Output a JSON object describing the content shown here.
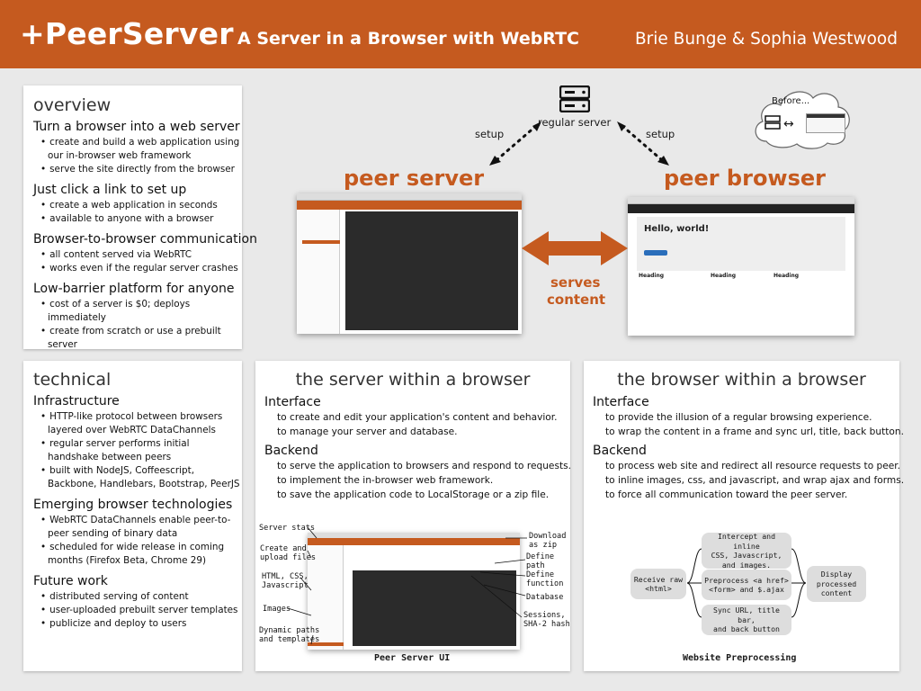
{
  "header": {
    "title": "+PeerServer",
    "subtitle": "A Server in a Browser with WebRTC",
    "authors": "Brie Bunge & Sophia Westwood"
  },
  "overview": {
    "title": "overview",
    "sections": [
      {
        "heading": "Turn a browser into a web server",
        "bullets": [
          "create and build a web application using our in-browser web framework",
          "serve the site directly from the browser"
        ]
      },
      {
        "heading": "Just click a link to set up",
        "bullets": [
          "create a web application in seconds",
          "available to anyone with a browser"
        ]
      },
      {
        "heading": "Browser-to-browser communication",
        "bullets": [
          "all content served via WebRTC",
          "works even if the regular server crashes"
        ]
      },
      {
        "heading": "Low-barrier platform for anyone",
        "bullets": [
          "cost of a server is $0; deploys immediately",
          "create from scratch or use a prebuilt server"
        ]
      }
    ]
  },
  "diagram": {
    "regular_server": "regular server",
    "setup_left": "setup",
    "setup_right": "setup",
    "before": "Before...",
    "peer_server": "peer server",
    "peer_browser": "peer browser",
    "serves_line1": "serves",
    "serves_line2": "content",
    "hello": "Hello, world!",
    "heading": "Heading"
  },
  "technical": {
    "title": "technical",
    "sections": [
      {
        "heading": "Infrastructure",
        "bullets": [
          "HTTP-like protocol between browsers layered over WebRTC DataChannels",
          "regular server performs initial handshake between peers",
          "built with NodeJS, Coffeescript, Backbone, Handlebars, Bootstrap, PeerJS"
        ]
      },
      {
        "heading": "Emerging browser technologies",
        "bullets": [
          "WebRTC DataChannels enable peer-to-peer sending of binary data",
          "scheduled for wide release in coming months (Firefox Beta, Chrome 29)"
        ]
      },
      {
        "heading": "Future work",
        "bullets": [
          "distributed serving of content",
          "user-uploaded prebuilt server templates",
          "publicize and deploy to users"
        ]
      }
    ]
  },
  "server_within": {
    "title": "the server within a browser",
    "interface_heading": "Interface",
    "interface_lines": [
      "to create and edit your application's content and behavior.",
      "to manage your server and database."
    ],
    "backend_heading": "Backend",
    "backend_lines": [
      "to serve the application to browsers and respond to requests.",
      "to implement the in-browser web framework.",
      "to save the application code to LocalStorage or a zip file."
    ],
    "callouts": {
      "server_stats": "Server stats",
      "create_upload": [
        "Create and",
        "upload files"
      ],
      "html_css": [
        "HTML, CSS,",
        "Javascript"
      ],
      "images": "Images",
      "dynamic": [
        "Dynamic paths",
        "and templates"
      ],
      "download": [
        "Download",
        "as zip"
      ],
      "define_path": [
        "Define",
        "path"
      ],
      "define_function": [
        "Define",
        "function"
      ],
      "database": "Database",
      "sessions": [
        "Sessions,",
        "SHA-2 hash"
      ]
    },
    "caption": "Peer Server UI"
  },
  "browser_within": {
    "title": "the browser within a browser",
    "interface_heading": "Interface",
    "interface_lines": [
      "to provide the illusion of a regular browsing experience.",
      "to wrap the content in a frame and sync url, title, back button."
    ],
    "backend_heading": "Backend",
    "backend_lines": [
      "to process web site and redirect all resource requests to peer.",
      "to inline images, css, and javascript, and wrap ajax and forms.",
      "to force all communication toward the peer server."
    ],
    "flow": {
      "receive": [
        "Receive raw",
        "<html>"
      ],
      "intercept": [
        "Intercept and inline",
        "CSS, Javascript,",
        "and images."
      ],
      "preprocess": [
        "Preprocess <a href>",
        "<form> and $.ajax"
      ],
      "sync": [
        "Sync URL, title bar,",
        "and back button"
      ],
      "display": [
        "Display",
        "processed",
        "content"
      ]
    },
    "caption": "Website Preprocessing"
  }
}
